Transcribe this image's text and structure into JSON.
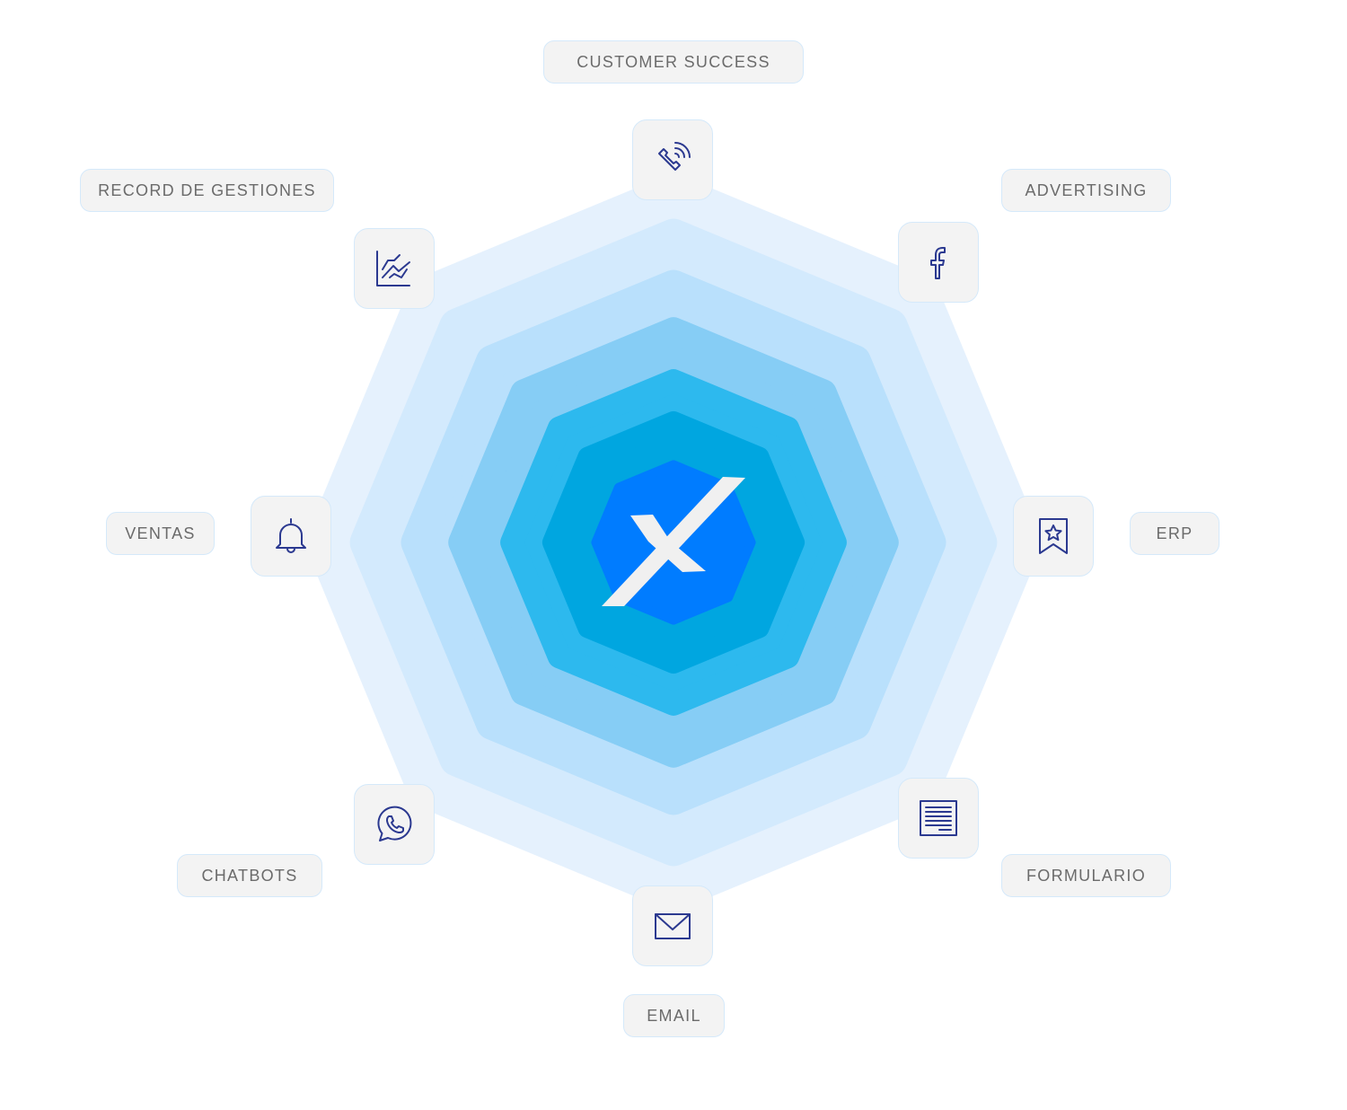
{
  "colors": {
    "rings": [
      "#e5f1fd",
      "#d3eafd",
      "#b9e0fc",
      "#86cdf5",
      "#2db9ee",
      "#00a6e0"
    ],
    "core": "#007cff",
    "logo_mark": "#f0f0f0",
    "icon": "#2b3990"
  },
  "nodes": [
    {
      "label": "CUSTOMER SUCCESS",
      "icon": "phone-ringing-icon"
    },
    {
      "label": "ADVERTISING",
      "icon": "facebook-icon"
    },
    {
      "label": "ERP",
      "icon": "bookmark-star-icon"
    },
    {
      "label": "FORMULARIO",
      "icon": "document-lines-icon"
    },
    {
      "label": "EMAIL",
      "icon": "envelope-icon"
    },
    {
      "label": "CHATBOTS",
      "icon": "whatsapp-icon"
    },
    {
      "label": "VENTAS",
      "icon": "bell-icon"
    },
    {
      "label": "RECORD DE GESTIONES",
      "icon": "line-chart-icon"
    }
  ]
}
